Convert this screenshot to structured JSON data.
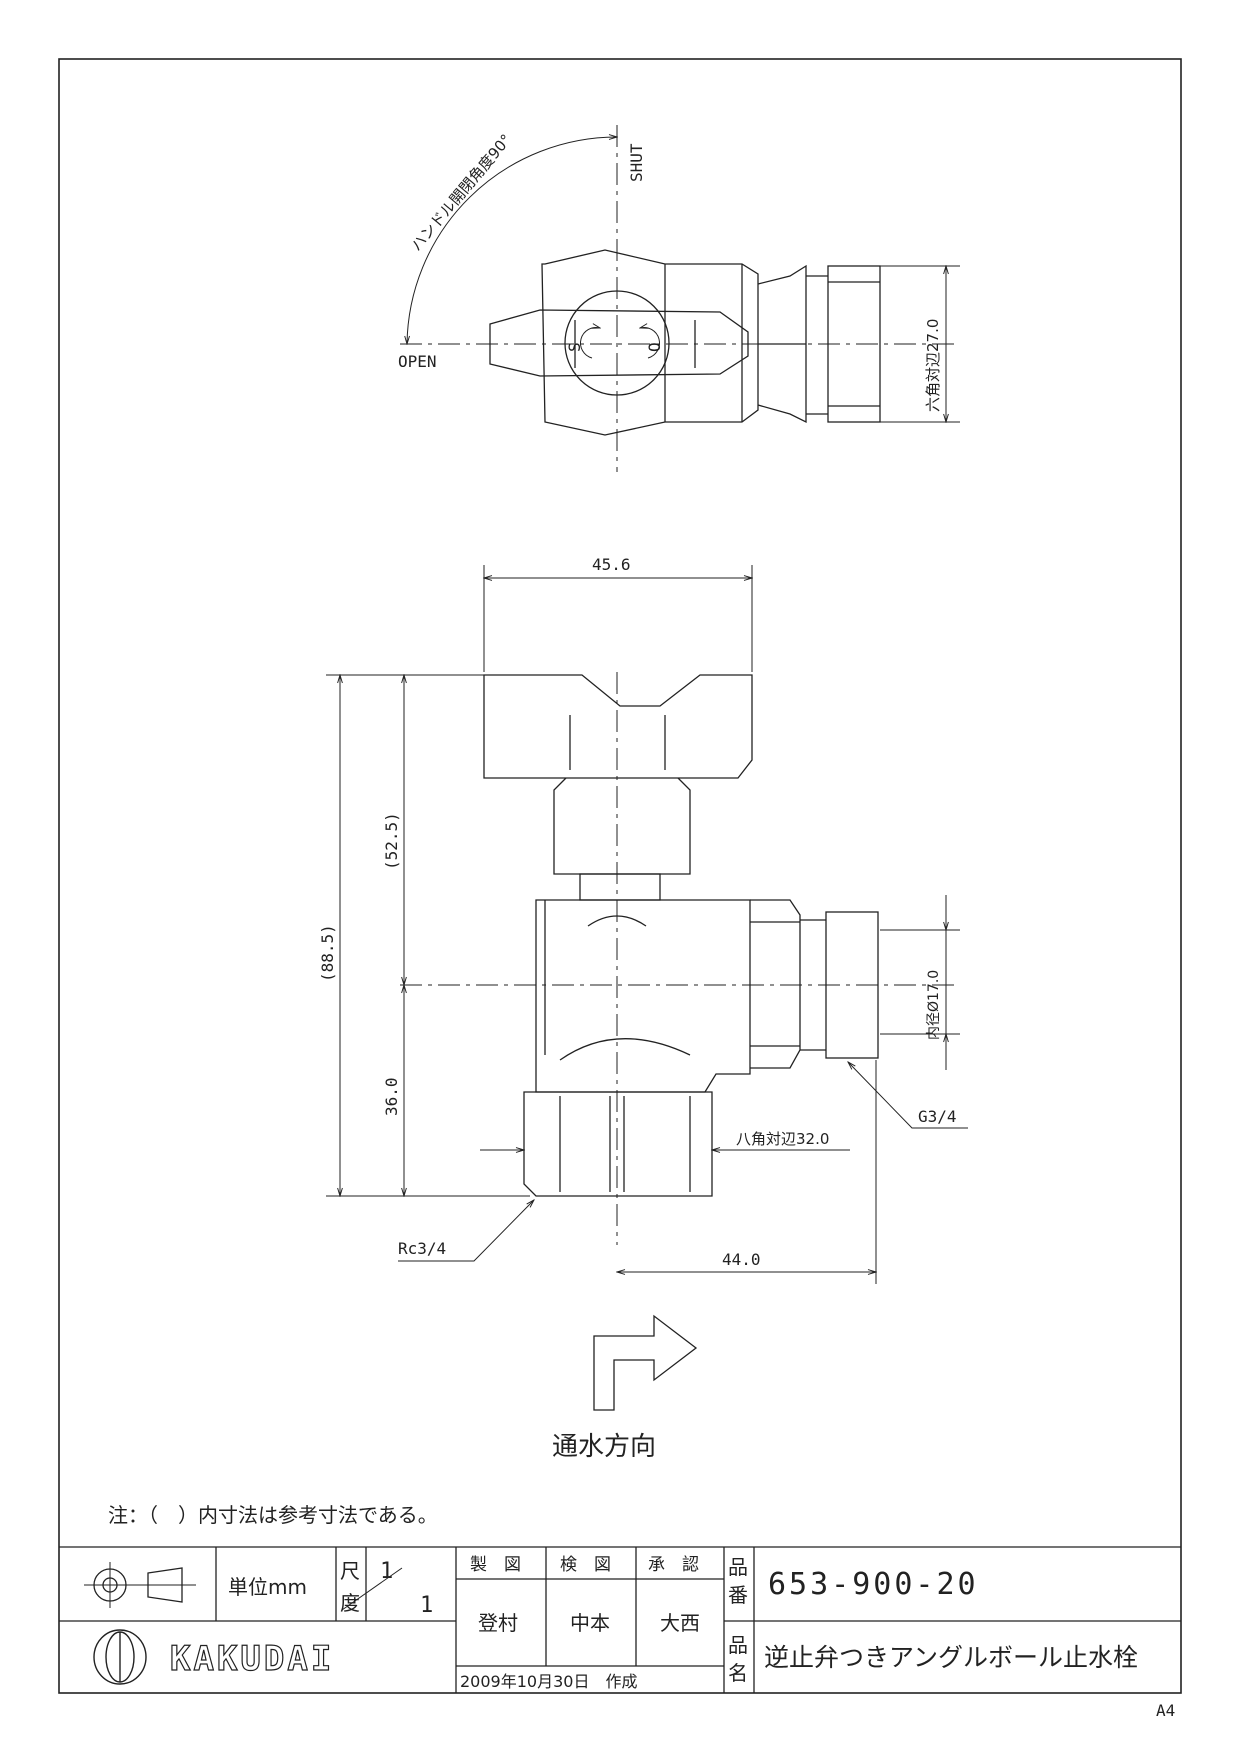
{
  "top_view": {
    "shut_label": "SHUT",
    "open_label": "OPEN",
    "handle_angle_label": "ハンドル開閉角度90°",
    "hex_label": "六角対辺27.0",
    "s_mark": "S",
    "o_mark": "O"
  },
  "front_view": {
    "dim_width": "45.6",
    "dim_upper": "(52.5)",
    "dim_total": "(88.5)",
    "dim_lower": "36.0",
    "dim_bore": "内径Ø17.0",
    "dim_thread_out": "G3/4",
    "dim_oct": "八角対辺32.0",
    "dim_thread_in": "Rc3/4",
    "dim_outlet": "44.0"
  },
  "flow": {
    "label": "通水方向"
  },
  "note": "注：（　）内寸法は参考寸法である。",
  "title_block": {
    "unit_label": "単位mm",
    "scale_label_1": "尺",
    "scale_label_2": "度",
    "scale_num": "1",
    "scale_den": "1",
    "drawn_header": "製　図",
    "checked_header": "検　図",
    "approved_header": "承　認",
    "drawn_name": "登村",
    "checked_name": "中本",
    "approved_name": "大西",
    "date": "2009年10月30日　作成",
    "part_no_label_1": "品",
    "part_no_label_2": "番",
    "part_no": "653-900-20",
    "part_name_label_1": "品",
    "part_name_label_2": "名",
    "part_name": "逆止弁つきアングルボール止水栓",
    "brand": "KAKUDAI",
    "paper_size": "A4"
  }
}
